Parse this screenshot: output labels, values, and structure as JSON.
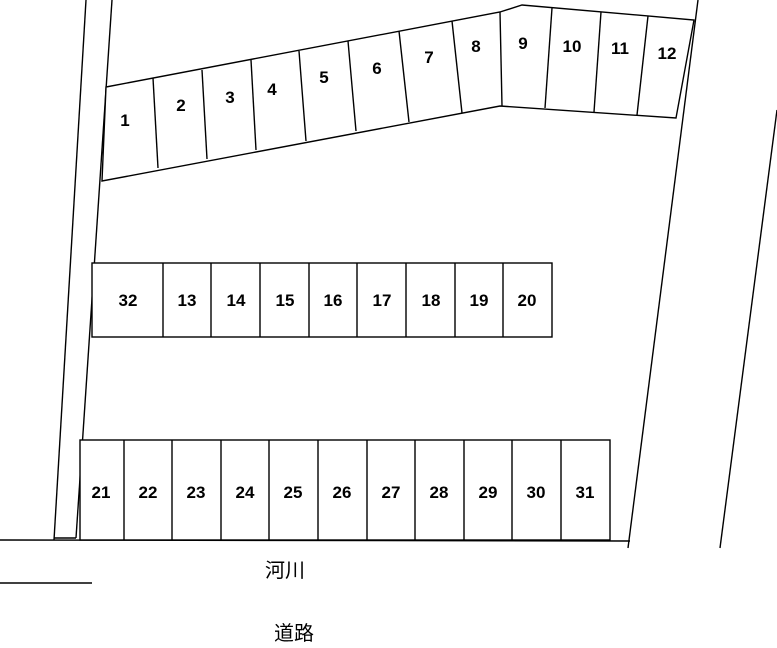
{
  "colors": {
    "line": "#000000",
    "background": "#ffffff"
  },
  "top_row": [
    "1",
    "2",
    "3",
    "4",
    "5",
    "6",
    "7",
    "8",
    "9",
    "10",
    "11",
    "12"
  ],
  "middle_row": [
    "32",
    "13",
    "14",
    "15",
    "16",
    "17",
    "18",
    "19",
    "20"
  ],
  "bottom_row": [
    "21",
    "22",
    "23",
    "24",
    "25",
    "26",
    "27",
    "28",
    "29",
    "30",
    "31"
  ],
  "labels": {
    "river": "河川",
    "road": "道路"
  }
}
